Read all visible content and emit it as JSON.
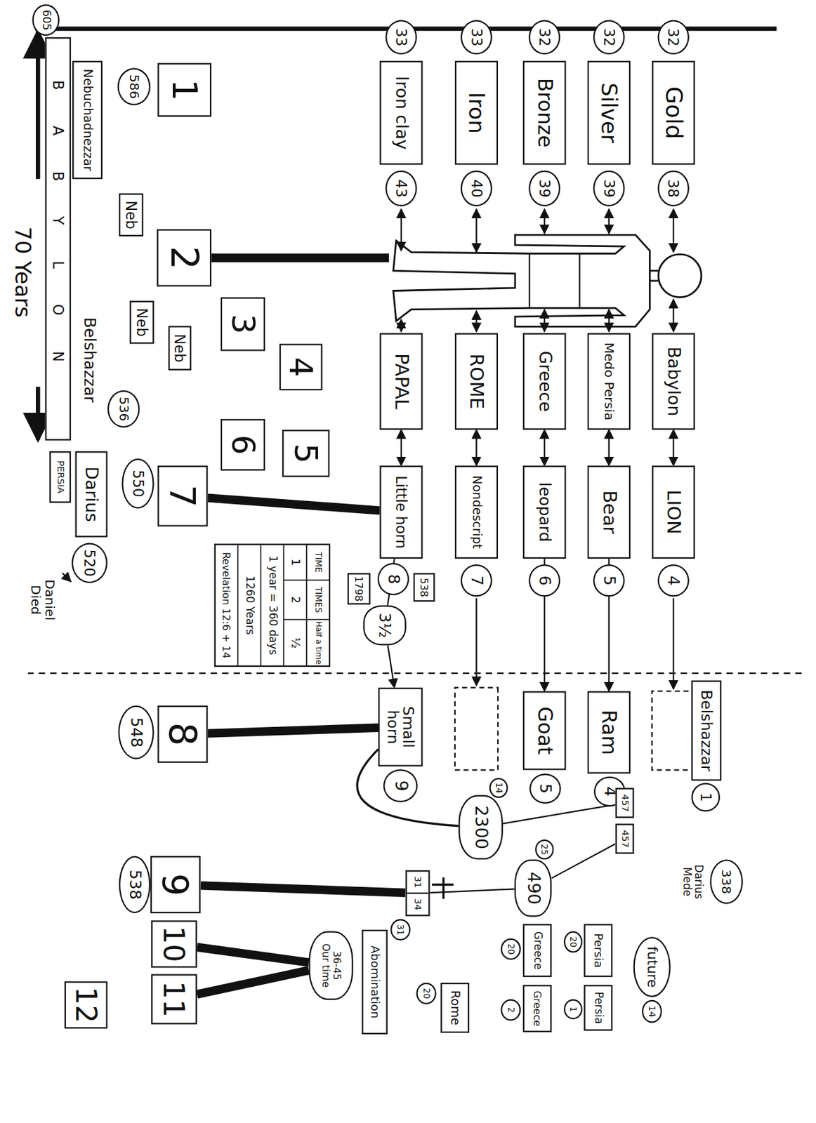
{
  "diagram": {
    "nodes": [
      {
        "text": [
          "32"
        ]
      },
      {
        "text": [
          "Gold"
        ]
      },
      {
        "text": [
          "38"
        ]
      },
      {
        "text": [
          "32"
        ]
      },
      {
        "text": [
          "Silver"
        ]
      },
      {
        "text": [
          "39"
        ]
      },
      {
        "text": [
          "32"
        ]
      },
      {
        "text": [
          "Bronze"
        ]
      },
      {
        "text": [
          "39"
        ]
      },
      {
        "text": [
          "33"
        ]
      },
      {
        "text": [
          "Iron"
        ]
      },
      {
        "text": [
          "40"
        ]
      },
      {
        "text": [
          "33"
        ]
      },
      {
        "text": [
          "Iron clay"
        ]
      },
      {
        "text": [
          "43"
        ]
      },
      {
        "text": [
          "Babylon"
        ]
      },
      {
        "text": [
          "LION"
        ]
      },
      {
        "text": [
          "4"
        ]
      },
      {
        "text": [
          "Medo Persia"
        ]
      },
      {
        "text": [
          "Bear"
        ]
      },
      {
        "text": [
          "5"
        ]
      },
      {
        "text": [
          "Greece"
        ]
      },
      {
        "text": [
          "leopard"
        ]
      },
      {
        "text": [
          "6"
        ]
      },
      {
        "text": [
          "ROME"
        ]
      },
      {
        "text": [
          "Nondescript"
        ]
      },
      {
        "text": [
          "7"
        ]
      },
      {
        "text": [
          "PAPAL"
        ]
      },
      {
        "text": [
          "Little horn"
        ]
      },
      {
        "text": [
          "8"
        ]
      },
      {
        "text": [
          "538"
        ]
      },
      {
        "text": [
          "1798"
        ]
      },
      {
        "text": [
          "3½"
        ]
      },
      {
        "text": [
          "Belshazzar"
        ]
      },
      {
        "text": [
          "1"
        ]
      },
      {
        "text": [
          "Ram"
        ]
      },
      {
        "text": [
          "4"
        ]
      },
      {
        "text": [
          "Goat"
        ]
      },
      {
        "text": [
          "5"
        ]
      },
      {
        "text": [
          "Small horn"
        ]
      },
      {
        "text": [
          "9"
        ]
      },
      {
        "text": [
          "605"
        ]
      },
      {
        "text": [
          "BABYLON"
        ]
      },
      {
        "text": [
          "Nebuchadnezzar"
        ]
      },
      {
        "text": [
          "586"
        ]
      },
      {
        "text": [
          "1"
        ]
      },
      {
        "text": [
          "Neb"
        ]
      },
      {
        "text": [
          "2"
        ]
      },
      {
        "text": [
          "Neb"
        ]
      },
      {
        "text": [
          "3"
        ]
      },
      {
        "text": [
          "Neb"
        ]
      },
      {
        "text": [
          "4"
        ]
      },
      {
        "text": [
          "536"
        ]
      },
      {
        "text": [
          "6"
        ]
      },
      {
        "text": [
          "5"
        ]
      },
      {
        "text": [
          "Darius"
        ]
      },
      {
        "text": [
          "PERSIA"
        ]
      },
      {
        "text": [
          "550"
        ]
      },
      {
        "text": [
          "7"
        ]
      },
      {
        "text": [
          "520"
        ]
      },
      {
        "text": [
          "548"
        ]
      },
      {
        "text": [
          "8"
        ]
      },
      {
        "text": [
          "538"
        ]
      },
      {
        "text": [
          "9"
        ]
      },
      {
        "text": [
          "10"
        ]
      },
      {
        "text": [
          "11"
        ]
      },
      {
        "text": [
          "12"
        ]
      },
      {
        "text": [
          "2300"
        ]
      },
      {
        "text": [
          "14"
        ]
      },
      {
        "text": [
          "457"
        ]
      },
      {
        "text": [
          "457"
        ]
      },
      {
        "text": [
          "490"
        ]
      },
      {
        "text": [
          "25"
        ]
      },
      {
        "text": [
          "31",
          "34"
        ]
      },
      {
        "text": [
          "338"
        ]
      },
      {
        "text": [
          "future"
        ]
      },
      {
        "text": [
          "14"
        ]
      },
      {
        "text": [
          "Persia"
        ]
      },
      {
        "text": [
          "20"
        ]
      },
      {
        "text": [
          "Persia"
        ]
      },
      {
        "text": [
          "1"
        ]
      },
      {
        "text": [
          "Greece"
        ]
      },
      {
        "text": [
          "20"
        ]
      },
      {
        "text": [
          "Greece"
        ]
      },
      {
        "text": [
          "2"
        ]
      },
      {
        "text": [
          "Rome"
        ]
      },
      {
        "text": [
          "20"
        ]
      },
      {
        "text": [
          "31"
        ]
      },
      {
        "text": [
          "Abomination"
        ]
      },
      {
        "text": [
          "36-45",
          "Our time"
        ]
      }
    ],
    "edges": [
      {
        "from": 15,
        "to": 16,
        "arrow": "both"
      },
      {
        "from": 18,
        "to": 19,
        "arrow": "both"
      },
      {
        "from": 21,
        "to": 22,
        "arrow": "both"
      },
      {
        "from": 24,
        "to": 25,
        "arrow": "both"
      },
      {
        "from": 27,
        "to": 28,
        "arrow": "both"
      },
      {
        "from": 19,
        "to": 35,
        "arrow": "to"
      },
      {
        "from": 22,
        "to": 37,
        "arrow": "to"
      },
      {
        "from": 28,
        "to": 32,
        "arrow": "none"
      },
      {
        "from": 32,
        "to": 39,
        "arrow": "to"
      },
      {
        "from": 39,
        "to": 67,
        "arrow": "none"
      },
      {
        "from": 67,
        "to": 69,
        "arrow": "none"
      },
      {
        "from": 71,
        "to": 70,
        "arrow": "none"
      },
      {
        "from": 71,
        "to": 73,
        "arrow": "none"
      },
      {
        "from": 58,
        "to": 28,
        "arrow": "none"
      },
      {
        "from": 61,
        "to": 39,
        "arrow": "none"
      },
      {
        "from": 63,
        "to": 73,
        "arrow": "none"
      },
      {
        "from": 64,
        "to": 89,
        "arrow": "none"
      },
      {
        "from": 65,
        "to": 89,
        "arrow": "none"
      }
    ],
    "labels": [
      "Belshazzar",
      "70 Years",
      "Daniel Died",
      "Darius Mede",
      "TIME",
      "TIMES",
      "Half a time",
      "1",
      "2",
      "½",
      "1 year = 360 days",
      "1260 Years",
      "Revelation 12:6 + 14"
    ]
  }
}
